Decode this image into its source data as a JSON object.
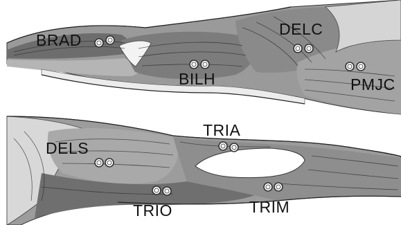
{
  "figure": {
    "panels": [
      {
        "id": "upper-arm",
        "labels": [
          {
            "key": "brad",
            "text": "BRAD"
          },
          {
            "key": "bilh",
            "text": "BILH"
          },
          {
            "key": "delc",
            "text": "DELC"
          },
          {
            "key": "pmjc",
            "text": "PMJC"
          }
        ]
      },
      {
        "id": "back-arm",
        "labels": [
          {
            "key": "dels",
            "text": "DELS"
          },
          {
            "key": "tria",
            "text": "TRIA"
          },
          {
            "key": "trio",
            "text": "TRIO"
          },
          {
            "key": "trim",
            "text": "TRIM"
          }
        ]
      }
    ]
  },
  "labels": {
    "brad": "BRAD",
    "bilh": "BILH",
    "delc": "DELC",
    "pmjc": "PMJC",
    "dels": "DELS",
    "tria": "TRIA",
    "trio": "TRIO",
    "trim": "TRIM"
  },
  "colors": {
    "background": "#ffffff",
    "muscle_dark": "#6d6d6d",
    "muscle_mid": "#8f8f8f",
    "muscle_light": "#b9b9b9",
    "tendon": "#e6e6e6",
    "electrode": "#ffffff"
  }
}
